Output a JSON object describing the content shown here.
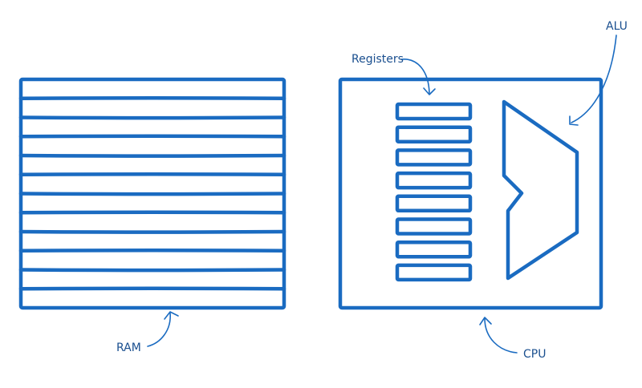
{
  "ink_color": "#1a6bc1",
  "text_color": "#1a4f8f",
  "labels": {
    "ram": "RAM",
    "cpu": "CPU",
    "registers": "Registers",
    "alu": "ALU"
  },
  "ram": {
    "slots": 11
  },
  "cpu": {
    "registers": 8
  }
}
